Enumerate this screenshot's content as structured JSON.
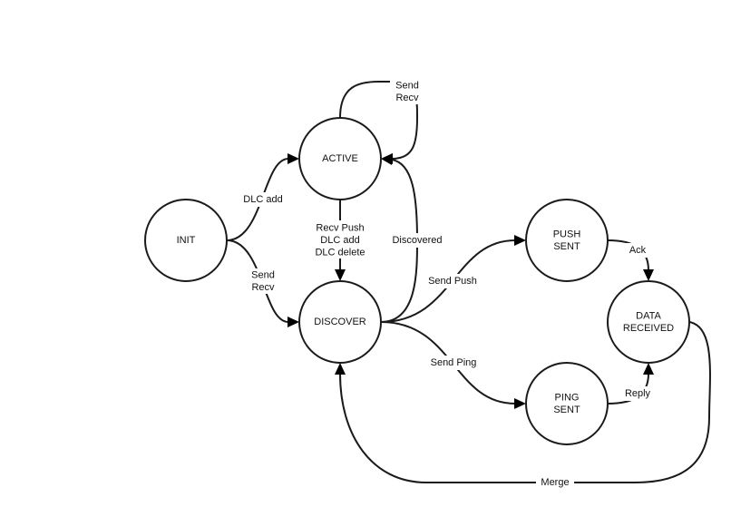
{
  "nodes": {
    "init": [
      "INIT"
    ],
    "active": [
      "ACTIVE"
    ],
    "discover": [
      "DISCOVER"
    ],
    "push_sent": [
      "PUSH",
      "SENT"
    ],
    "ping_sent": [
      "PING",
      "SENT"
    ],
    "data_received": [
      "DATA",
      "RECEIVED"
    ]
  },
  "edges": {
    "init_to_active": [
      "DLC add"
    ],
    "init_to_discover": [
      "Send",
      "Recv"
    ],
    "active_self_loop": [
      "Send",
      "Recv"
    ],
    "active_to_discover": [
      "Recv Push",
      "DLC add",
      "DLC delete"
    ],
    "discover_to_active": [
      "Discovered"
    ],
    "discover_to_push": [
      "Send Push"
    ],
    "discover_to_ping": [
      "Send Ping"
    ],
    "push_to_data": [
      "Ack"
    ],
    "ping_to_data": [
      "Reply"
    ],
    "data_to_discover": [
      "Merge"
    ]
  }
}
